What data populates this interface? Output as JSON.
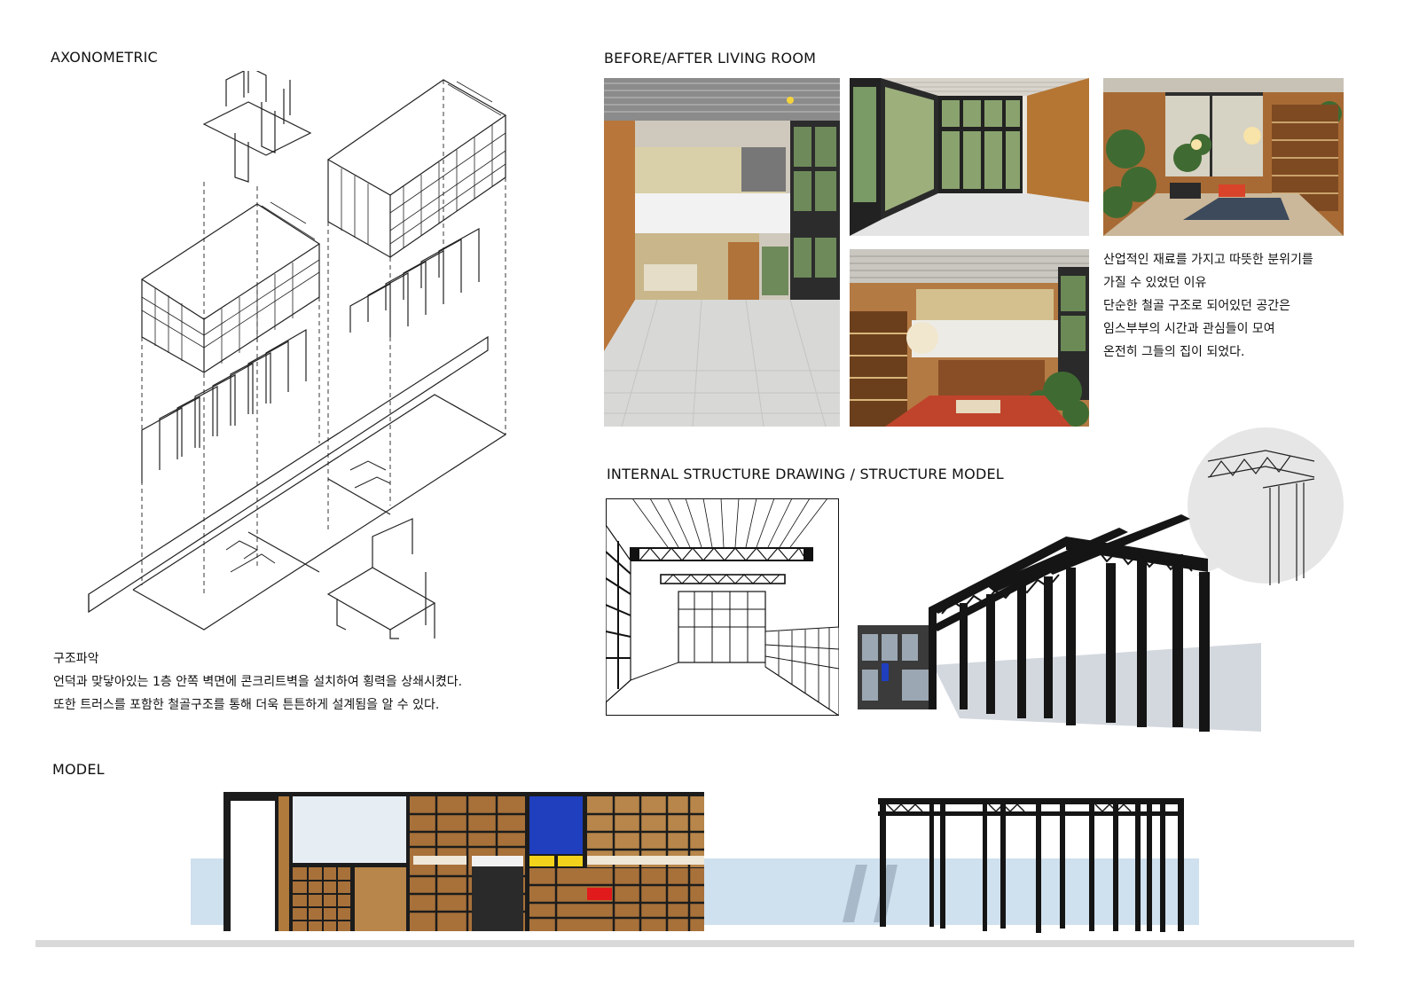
{
  "headings": {
    "axonometric": "AXONOMETRIC",
    "before_after": "BEFORE/AFTER  LIVING ROOM",
    "internal_structure": "INTERNAL STRUCTURE DRAWING / STRUCTURE MODEL",
    "model": "MODEL"
  },
  "structure_note": {
    "title": "구조파악",
    "lines": [
      "언덕과 맞닿아있는 1층 안쪽 벽면에 콘크리트벽을 설치하여 횡력을 상쇄시켰다.",
      "또한 트러스를 포함한 철골구조를 통해 더욱 튼튼하게 설계됨을 알 수 있다."
    ]
  },
  "living_room_note": {
    "lines": [
      "산업적인 재료를 가지고 따뜻한 분위기를",
      "가질 수 있었던 이유",
      "단순한 철골 구조로 되어있던 공간은",
      "임스부부의 시간과 관심들이 모여",
      "온전히 그들의 집이 되었다."
    ]
  },
  "colors": {
    "wood": "#b07a3c",
    "steel": "#1a1a1a",
    "model_blue": "#1f3fbf",
    "model_red": "#e11b1b",
    "model_yellow": "#f2d21a",
    "sky_band": "#cfe0ee",
    "ground": "#d9d9d9"
  }
}
